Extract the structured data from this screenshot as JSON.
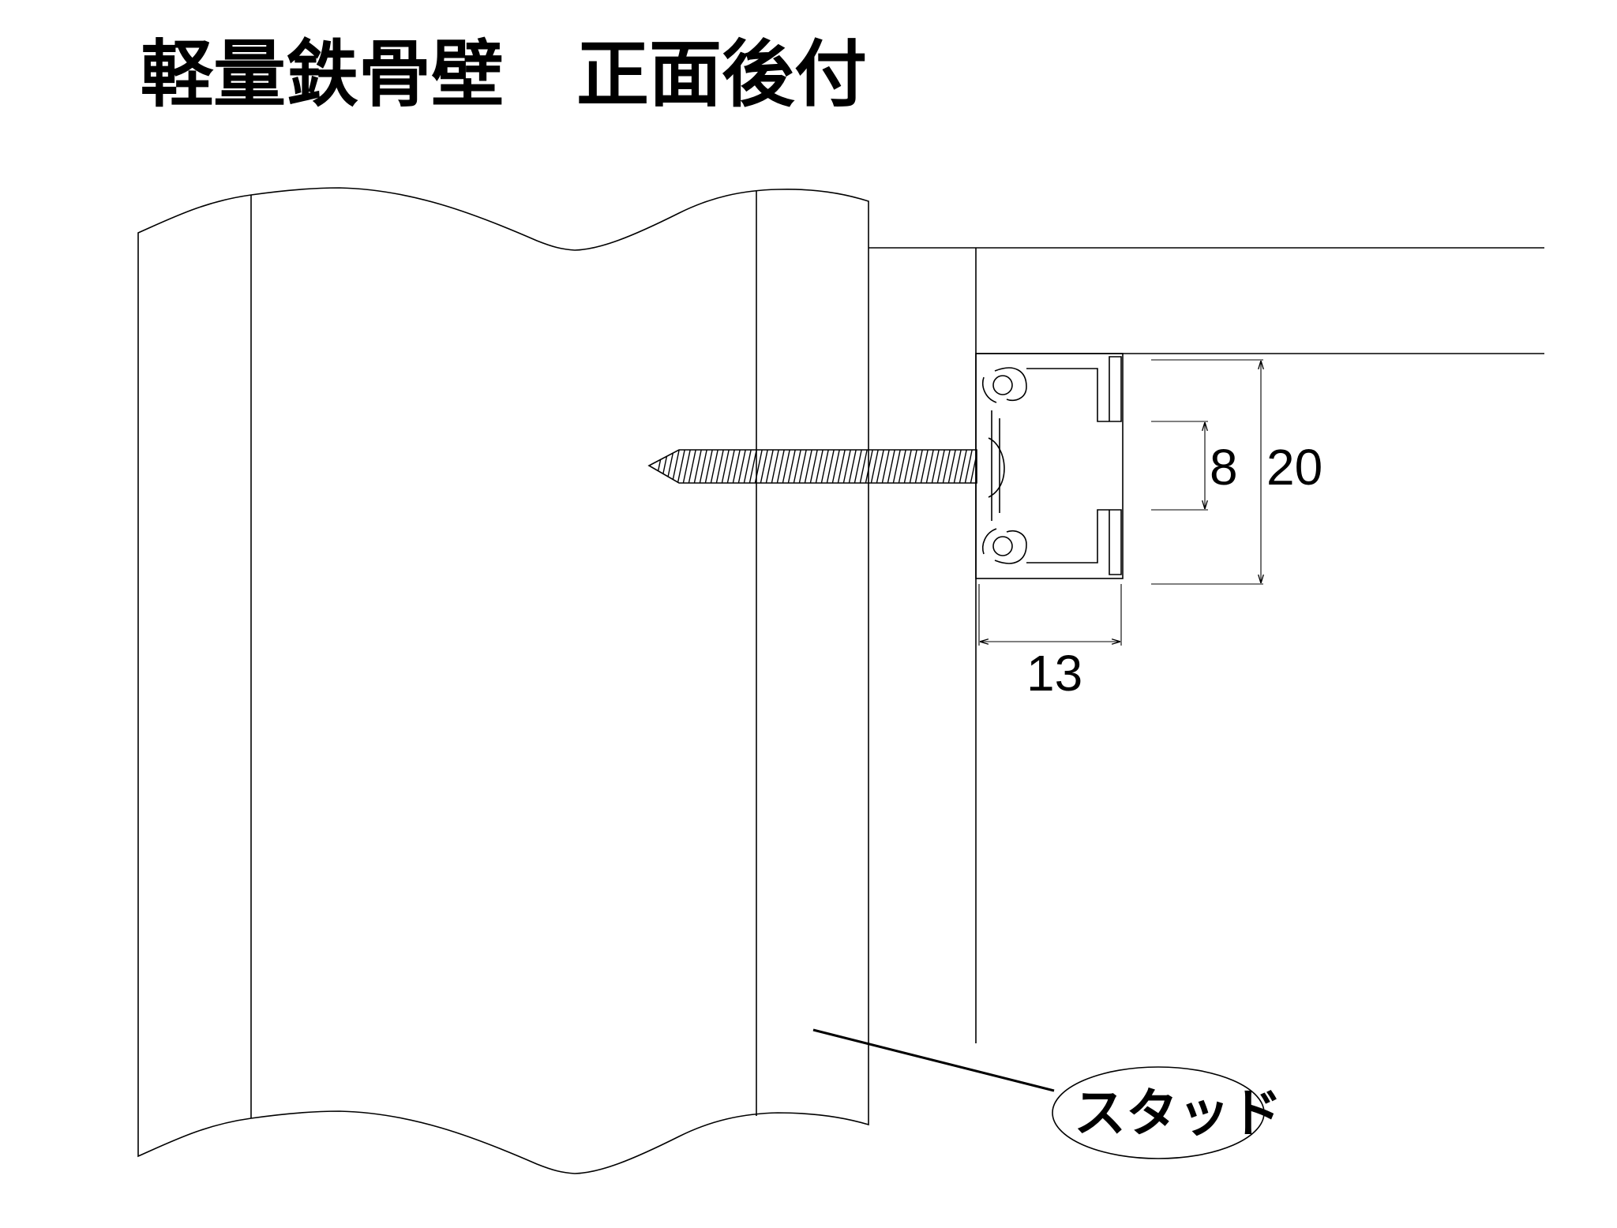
{
  "title": "軽量鉄骨壁　正面後付",
  "dimensions": {
    "height_outer": "20",
    "height_inner": "8",
    "width": "13"
  },
  "callout": {
    "label": "スタッド"
  }
}
